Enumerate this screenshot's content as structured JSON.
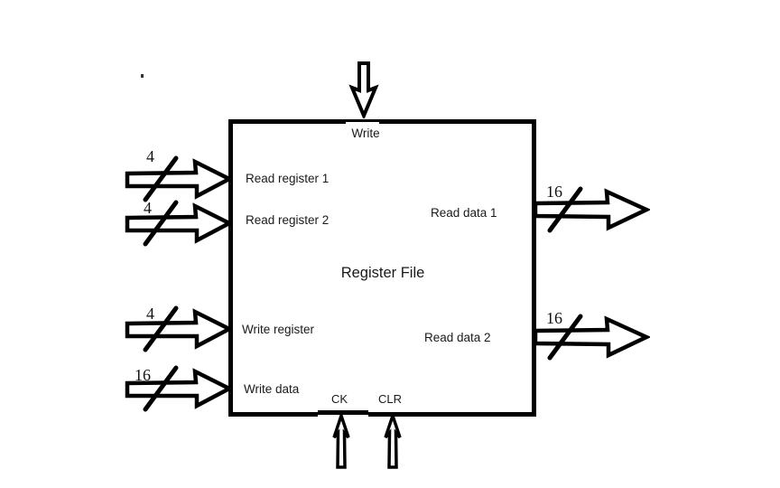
{
  "diagram": {
    "title": "Register File",
    "top_port": {
      "label": "Write"
    },
    "left_ports": [
      {
        "label": "Read register 1",
        "bus_width": "4"
      },
      {
        "label": "Read register 2",
        "bus_width": "4"
      },
      {
        "label": "Write register",
        "bus_width": "4"
      },
      {
        "label": "Write data",
        "bus_width": "16"
      }
    ],
    "right_ports": [
      {
        "label": "Read data 1",
        "bus_width": "16"
      },
      {
        "label": "Read data 2",
        "bus_width": "16"
      }
    ],
    "bottom_ports": [
      {
        "label": "CK"
      },
      {
        "label": "CLR"
      }
    ],
    "colors": {
      "line": "#000000",
      "text": "#1a1a1a",
      "background": "#ffffff"
    }
  }
}
